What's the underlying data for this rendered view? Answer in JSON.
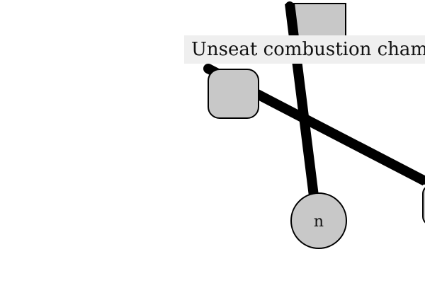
{
  "diagram": {
    "banner_label": "Unseat combustion cham",
    "nodes": [
      {
        "id": "top-rect-node",
        "shape": "rectangle",
        "text": ""
      },
      {
        "id": "left-rounded-node",
        "shape": "rounded-rectangle",
        "text": ""
      },
      {
        "id": "circle-node",
        "shape": "circle",
        "text": "n"
      },
      {
        "id": "right-edge-node",
        "shape": "rounded-rectangle",
        "text": ""
      }
    ],
    "edges": [
      {
        "from": "top-rect-node",
        "to": "circle-node"
      },
      {
        "from": "left-rounded-node",
        "to": "right-edge-node"
      }
    ]
  },
  "colors": {
    "node_fill": "#c8c8c8",
    "node_stroke": "#000000",
    "edge": "#000000",
    "label_background": "#efefef",
    "background": "#ffffff"
  }
}
